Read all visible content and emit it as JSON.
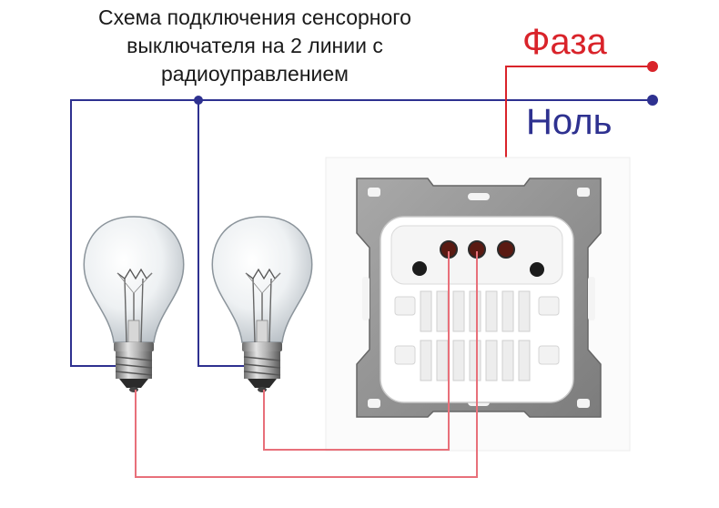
{
  "title": {
    "line1": "Схема подключения сенсорного",
    "line2": "выключателя на 2 линии с",
    "line3": "радиоуправлением"
  },
  "labels": {
    "phase": "Фаза",
    "neutral": "Ноль"
  },
  "colors": {
    "phase": "#d9232a",
    "neutral": "#2e3190",
    "switch_line": "#e8707a"
  },
  "components": {
    "lamps": 2,
    "switch": "touch-switch-2-line"
  }
}
